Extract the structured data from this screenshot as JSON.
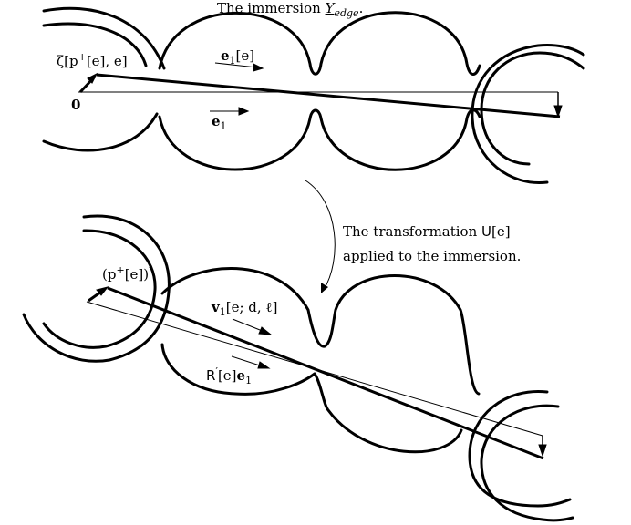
{
  "title": {
    "prefix": "The immersion ",
    "symbol": "Y",
    "subscript": "edge",
    "suffix": "."
  },
  "top_panel": {
    "zeta_label": {
      "a": "ζ[p",
      "sup": "+",
      "b": "[e], e]"
    },
    "origin_label": "0",
    "e1e_label": {
      "vec": "e",
      "sub": "1",
      "arg": "[e]"
    },
    "e1_label": {
      "vec": "e",
      "sub": "1"
    }
  },
  "transformation_caption": {
    "line1_prefix": "The transformation ",
    "line1_symbol": "U",
    "line1_arg": "[e]",
    "line2": "applied to the immersion."
  },
  "bottom_panel": {
    "pplus_label": {
      "a": "(p",
      "sup": "+",
      "b": "[e])",
      "prime": "′"
    },
    "v1_label": {
      "vec": "v",
      "sub": "1",
      "arg": "[e; d, ℓ]"
    },
    "r_label": {
      "sym": "R",
      "prime": "′",
      "arg": "[e]",
      "vec": "e",
      "sub": "1"
    }
  },
  "colors": {
    "ink": "#000000",
    "background": "#ffffff"
  }
}
